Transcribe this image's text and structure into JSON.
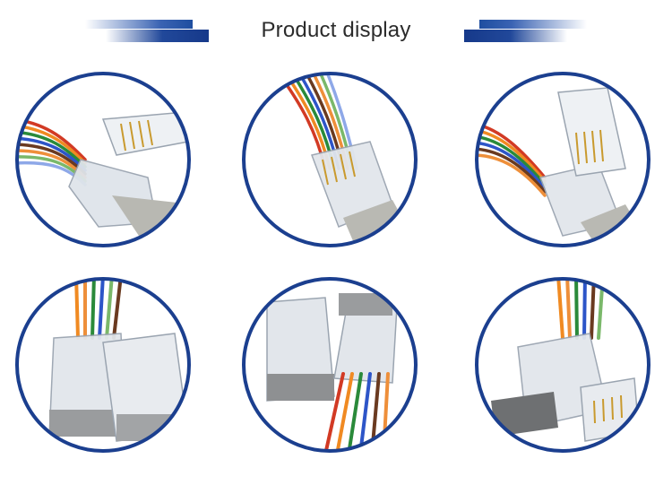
{
  "header": {
    "title": "Product display"
  },
  "colors": {
    "ring": "#1b3f8f",
    "accent": "#21489a"
  },
  "photos": [
    {
      "name": "connector-photo-1"
    },
    {
      "name": "connector-photo-2"
    },
    {
      "name": "connector-photo-3"
    },
    {
      "name": "connector-photo-4"
    },
    {
      "name": "connector-photo-5"
    },
    {
      "name": "connector-photo-6"
    }
  ]
}
